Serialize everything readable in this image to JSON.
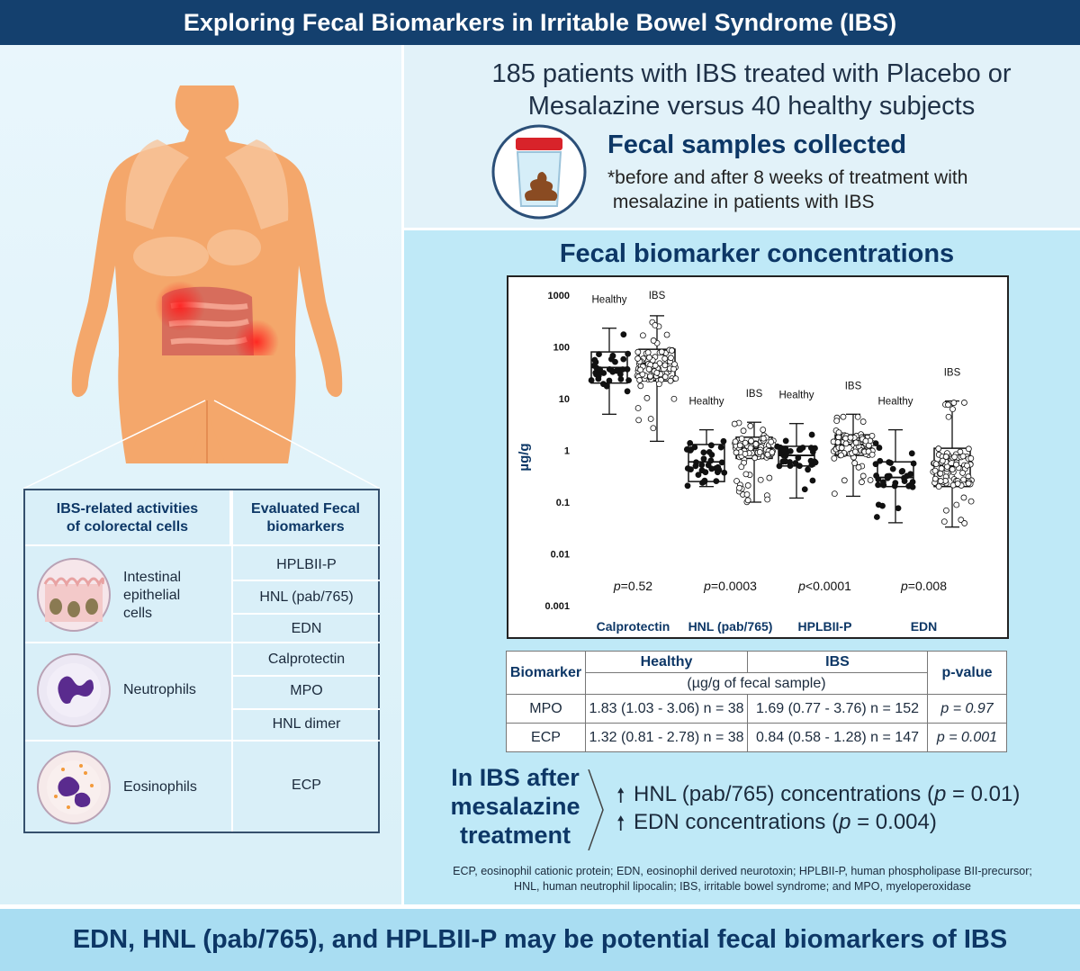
{
  "header": {
    "title": "Exploring Fecal Biomarkers in Irritable Bowel Syndrome (IBS)"
  },
  "study": {
    "line1": "185 patients with IBS treated with Placebo or",
    "line2": "Mesalazine versus 40 healthy subjects",
    "fecal_title": "Fecal samples collected",
    "note1": "*before and after 8 weeks of treatment with",
    "note2": " mesalazine in patients with IBS"
  },
  "cell_table": {
    "col1_line1": "IBS-related activities",
    "col1_line2": "of colorectal cells",
    "col2_line1": "Evaluated Fecal",
    "col2_line2": "biomarkers",
    "rows": [
      {
        "cell_line1": "Intestinal",
        "cell_line2": "epithelial",
        "cell_line3": "cells",
        "biomarkers": [
          "HPLBII-P",
          "HNL (pab/765)",
          "EDN"
        ]
      },
      {
        "cell_line1": "Neutrophils",
        "biomarkers": [
          "Calprotectin",
          "MPO",
          "HNL dimer"
        ]
      },
      {
        "cell_line1": "Eosinophils",
        "biomarkers": [
          "ECP"
        ]
      }
    ]
  },
  "chart_title": "Fecal biomarker concentrations",
  "chart_data": {
    "type": "box",
    "ylabel": "µg/g",
    "yscale": "log",
    "ylim": [
      0.001,
      1000
    ],
    "yticks": [
      "1000",
      "100",
      "10",
      "1",
      "0.1",
      "0.01",
      "0.001"
    ],
    "group_labels": [
      "Healthy",
      "IBS"
    ],
    "biomarkers": [
      {
        "name": "Calprotectin",
        "p": "=0.52",
        "healthy": {
          "min": 5,
          "q1": 20,
          "median": 40,
          "q3": 80,
          "max": 230
        },
        "ibs": {
          "min": 1.5,
          "q1": 22,
          "median": 48,
          "q3": 90,
          "max": 400
        }
      },
      {
        "name": "HNL (pab/765)",
        "p": "=0.0003",
        "healthy": {
          "min": 0.2,
          "q1": 0.25,
          "median": 0.6,
          "q3": 1.3,
          "max": 2.5
        },
        "ibs": {
          "min": 0.1,
          "q1": 0.7,
          "median": 1.1,
          "q3": 1.8,
          "max": 3.5
        }
      },
      {
        "name": "HPLBII-P",
        "p": "<0.0001",
        "healthy": {
          "min": 0.12,
          "q1": 0.5,
          "median": 0.8,
          "q3": 1.2,
          "max": 3.3
        },
        "ibs": {
          "min": 0.13,
          "q1": 0.8,
          "median": 1.3,
          "q3": 2.0,
          "max": 5.0
        }
      },
      {
        "name": "EDN",
        "p": "=0.008",
        "healthy": {
          "min": 0.04,
          "q1": 0.2,
          "median": 0.3,
          "q3": 0.6,
          "max": 2.5
        },
        "ibs": {
          "min": 0.033,
          "q1": 0.2,
          "median": 0.5,
          "q3": 1.1,
          "max": 9
        }
      }
    ]
  },
  "stats_table": {
    "h_biomarker": "Biomarker",
    "h_healthy": "Healthy",
    "h_ibs": "IBS",
    "h_unit": "(µg/g of fecal sample)",
    "h_pvalue": "p-value",
    "rows": [
      {
        "name": "MPO",
        "healthy": "1.83 (1.03 - 3.06) n = 38",
        "ibs": "1.69 (0.77 - 3.76) n = 152",
        "p": "p = 0.97"
      },
      {
        "name": "ECP",
        "healthy": "1.32 (0.81 - 2.78) n = 38",
        "ibs": "0.84 (0.58 - 1.28) n = 147",
        "p": "p = 0.001"
      }
    ]
  },
  "mesalazine": {
    "label1": "In IBS after",
    "label2": "mesalazine",
    "label3": "treatment",
    "r1_text": "HNL (pab/765) concentrations (",
    "r1_p": "p",
    "r1_val": " = 0.01)",
    "r2_text": "EDN concentrations (",
    "r2_p": "p",
    "r2_val": " = 0.004)"
  },
  "abbreviations": {
    "line1": "ECP, eosinophil cationic protein; EDN, eosinophil derived neurotoxin; HPLBII-P, human phospholipase BII-precursor;",
    "line2": "HNL, human neutrophil lipocalin; IBS, irritable bowel syndrome; and MPO, myeloperoxidase"
  },
  "footer": {
    "conclusion": "EDN, HNL (pab/765), and HPLBII-P may be potential fecal biomarkers of IBS"
  },
  "colors": {
    "navy": "#14406e",
    "accent_blue": "#0d3766",
    "skin": "#f4a76b",
    "cyan_bg": "#bfe9f7"
  }
}
